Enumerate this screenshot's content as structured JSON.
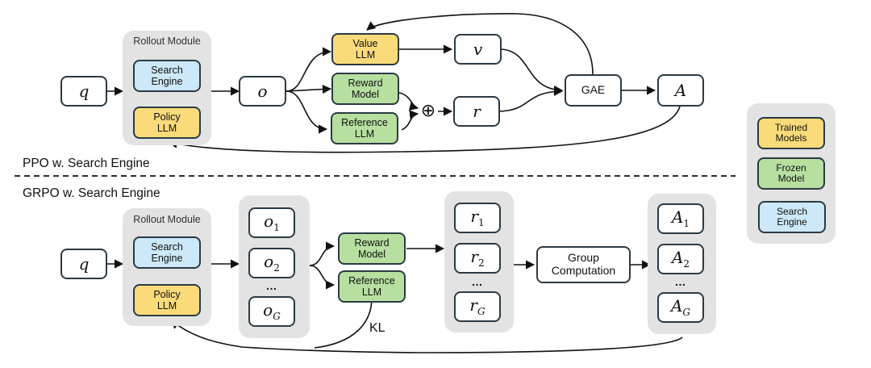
{
  "sections": {
    "ppo_title": "PPO w. Search Engine",
    "grpo_title": "GRPO w. Search Engine"
  },
  "ppo": {
    "query": "q",
    "rollout_module": {
      "label": "Rollout Module",
      "search_engine": "Search\nEngine",
      "policy_llm": "Policy\nLLM"
    },
    "output": "o",
    "value_llm": "Value\nLLM",
    "reward_model": "Reward\nModel",
    "reference_llm": "Reference\nLLM",
    "sum_symbol": "⊕",
    "value": "v",
    "reward": "r",
    "gae": "GAE",
    "advantage": "A"
  },
  "grpo": {
    "query": "q",
    "rollout_module": {
      "label": "Rollout Module",
      "search_engine": "Search\nEngine",
      "policy_llm": "Policy\nLLM"
    },
    "outputs": [
      {
        "base": "o",
        "sub": "1"
      },
      {
        "base": "o",
        "sub": "2"
      },
      {
        "base": "o",
        "sub": "G"
      }
    ],
    "reward_model": "Reward\nModel",
    "reference_llm": "Reference\nLLM",
    "kl_label": "KL",
    "rewards": [
      {
        "base": "r",
        "sub": "1"
      },
      {
        "base": "r",
        "sub": "2"
      },
      {
        "base": "r",
        "sub": "G"
      }
    ],
    "group_computation": "Group\nComputation",
    "advantages": [
      {
        "base": "A",
        "sub": "1"
      },
      {
        "base": "A",
        "sub": "2"
      },
      {
        "base": "A",
        "sub": "G"
      }
    ],
    "ellipsis": "…"
  },
  "legend": {
    "items": [
      {
        "label": "Trained\nModels",
        "color": "#fadb7a"
      },
      {
        "label": "Frozen\nModel",
        "color": "#b7dfa0"
      },
      {
        "label": "Search\nEngine",
        "color": "#cde8f8"
      }
    ]
  }
}
